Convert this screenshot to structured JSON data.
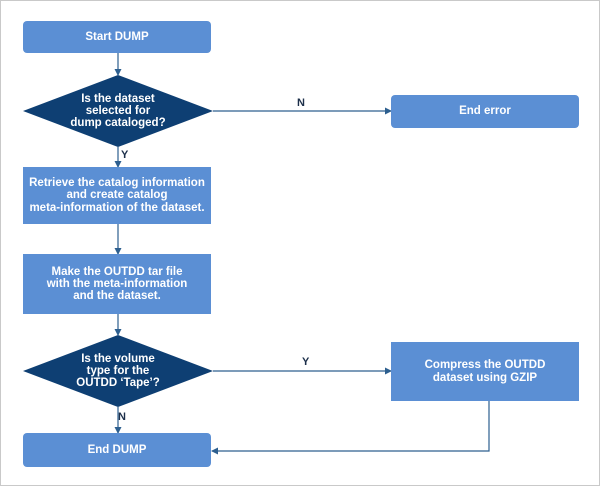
{
  "nodes": {
    "start": "Start DUMP",
    "decision1": "Is the dataset\nselected for\ndump cataloged?",
    "end_error": "End error",
    "retrieve": "Retrieve the catalog information\nand create catalog\nmeta-information of the dataset.",
    "make_tar": "Make the OUTDD tar file\nwith the meta-information\nand the dataset.",
    "decision2": "Is the volume\ntype for the\nOUTDD ‘Tape’?",
    "compress": "Compress the OUTDD\ndataset using GZIP",
    "end_dump": "End DUMP"
  },
  "edge_labels": {
    "d1_no": "N",
    "d1_yes": "Y",
    "d2_yes": "Y",
    "d2_no": "N"
  },
  "colors": {
    "process": "#5b8fd4",
    "decision": "#0e3f73",
    "arrow": "#2d5f8f"
  }
}
